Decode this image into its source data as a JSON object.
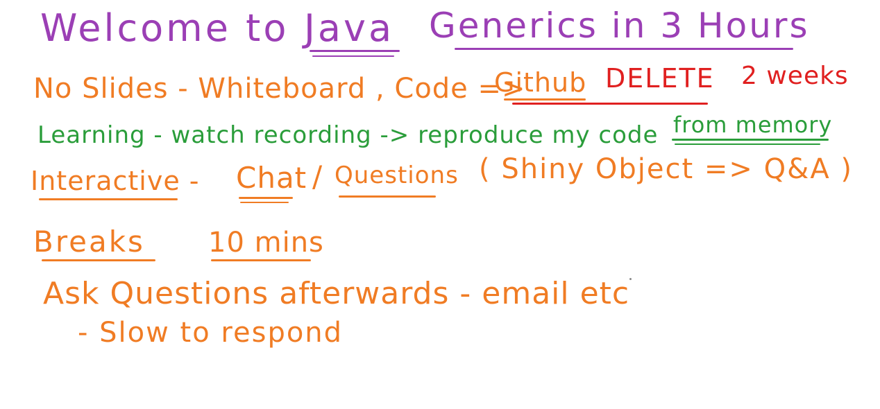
{
  "title": {
    "welcome": "Welcome to",
    "java": "Java",
    "generics": "Generics in 3 Hours"
  },
  "line1": {
    "text": "No Slides - Whiteboard , Code =>",
    "github": "Github",
    "delete": "DELETE",
    "weeks": "2 weeks"
  },
  "line2": {
    "text": "Learning - watch recording -> reproduce my code",
    "memory": "from memory"
  },
  "line3": {
    "interactive": "Interactive -",
    "chat": "Chat",
    "slash": "/",
    "questions": "Questions",
    "shiny": "( Shiny Object => Q&A )"
  },
  "line4": {
    "breaks": "Breaks",
    "mins": "10 mins"
  },
  "line5": {
    "ask": "Ask Questions afterwards - email etc",
    "slow": "- Slow to respond"
  },
  "colors": {
    "purple": "#9b3fb5",
    "orange": "#f07c24",
    "red": "#e02020",
    "green": "#2a9d3a"
  }
}
